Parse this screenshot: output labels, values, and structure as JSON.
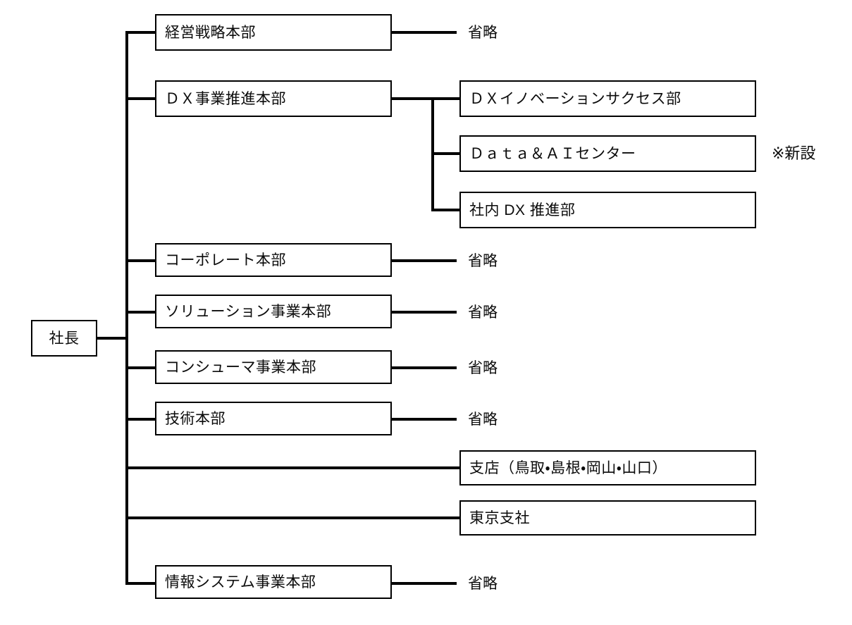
{
  "diagram": {
    "type": "organization-chart",
    "root": {
      "label": "社長"
    },
    "omitted_label": "省略",
    "new_unit_note": "※新設",
    "divisions": [
      {
        "label": "経営戦略本部",
        "children_summary": "省略"
      },
      {
        "label": "ＤＸ事業推進本部",
        "children_summary": ""
      },
      {
        "label": "コーポレート本部",
        "children_summary": "省略"
      },
      {
        "label": "ソリューション事業本部",
        "children_summary": "省略"
      },
      {
        "label": "コンシューマ事業本部",
        "children_summary": "省略"
      },
      {
        "label": "技術本部",
        "children_summary": "省略"
      },
      {
        "label": "情報システム事業本部",
        "children_summary": "省略"
      }
    ],
    "dx_sub_units": [
      {
        "label": "ＤＸイノベーションサクセス部",
        "note": ""
      },
      {
        "label": "Ｄａｔａ＆ＡＩセンター",
        "note": "※新設"
      },
      {
        "label": "社内 DX 推進部",
        "note": ""
      }
    ],
    "direct_units": [
      {
        "label": "支店（鳥取・島根・岡山・山口）"
      },
      {
        "label": "東京支社"
      }
    ],
    "labels": {
      "omit_1": "省略",
      "omit_2": "省略",
      "omit_3": "省略",
      "omit_4": "省略",
      "omit_5": "省略",
      "omit_6": "省略"
    },
    "colors": {
      "line": "#000000",
      "box_border": "#000000",
      "background": "#ffffff",
      "text": "#0b0b0b"
    }
  }
}
